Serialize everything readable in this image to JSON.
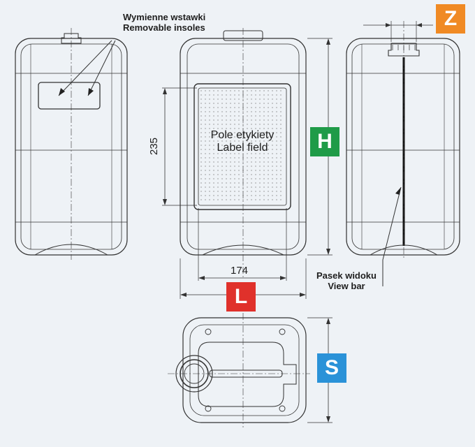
{
  "callouts": {
    "insoles_pl": "Wymienne wstawki",
    "insoles_en": "Removable insoles",
    "label_field_pl": "Pole etykiety",
    "label_field_en": "Label field",
    "view_bar_pl": "Pasek widoku",
    "view_bar_en": "View bar"
  },
  "dimensions": {
    "label_height": "235",
    "label_width": "174"
  },
  "badges": {
    "z": {
      "letter": "Z",
      "color": "#f08a24"
    },
    "h": {
      "letter": "H",
      "color": "#1f9b48"
    },
    "l": {
      "letter": "L",
      "color": "#e0312b"
    },
    "s": {
      "letter": "S",
      "color": "#2a92d8"
    }
  },
  "colors": {
    "background": "#eef2f6",
    "line": "#333333"
  }
}
